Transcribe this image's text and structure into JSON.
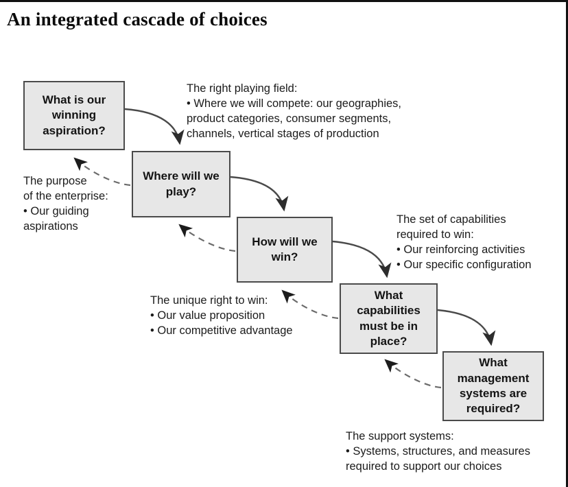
{
  "page": {
    "title": "An integrated cascade of choices",
    "background_color": "#ffffff",
    "box_fill_color": "#e7e7e7",
    "box_border_color": "#4a4a4a",
    "text_color": "#141414",
    "arrow_color": "#4a4a4a"
  },
  "nodes": [
    {
      "id": "winning-aspiration",
      "label": "What is our\nwinning\naspiration?"
    },
    {
      "id": "where-to-play",
      "label": "Where will we\nplay?"
    },
    {
      "id": "how-to-win",
      "label": "How will we\nwin?"
    },
    {
      "id": "capabilities",
      "label": "What\ncapabilities\nmust be in\nplace?"
    },
    {
      "id": "management-systems",
      "label": "What\nmanagement\nsystems are\nrequired?"
    }
  ],
  "annotations": [
    {
      "id": "right-playing-field",
      "text": "The right playing field:\n• Where we will compete: our geographies,\n   product categories, consumer segments,\n   channels, vertical stages of production"
    },
    {
      "id": "purpose-of-enterprise",
      "text": "The purpose\nof the enterprise:\n• Our guiding\n   aspirations"
    },
    {
      "id": "set-of-capabilities",
      "text": "The set of capabilities\nrequired to win:\n• Our reinforcing activities\n• Our specific configuration"
    },
    {
      "id": "unique-right-to-win",
      "text": "The unique right to win:\n• Our value proposition\n• Our competitive advantage"
    },
    {
      "id": "support-systems",
      "text": "The support systems:\n• Systems, structures, and measures\n   required to support our choices"
    }
  ],
  "connections": {
    "forward_style": "solid-curved-arrow",
    "feedback_style": "dashed-curved-arrow",
    "forward": [
      {
        "from": "winning-aspiration",
        "to": "where-to-play"
      },
      {
        "from": "where-to-play",
        "to": "how-to-win"
      },
      {
        "from": "how-to-win",
        "to": "capabilities"
      },
      {
        "from": "capabilities",
        "to": "management-systems"
      }
    ],
    "feedback": [
      {
        "from": "where-to-play",
        "to": "winning-aspiration"
      },
      {
        "from": "how-to-win",
        "to": "where-to-play"
      },
      {
        "from": "capabilities",
        "to": "how-to-win"
      },
      {
        "from": "management-systems",
        "to": "capabilities"
      }
    ]
  }
}
